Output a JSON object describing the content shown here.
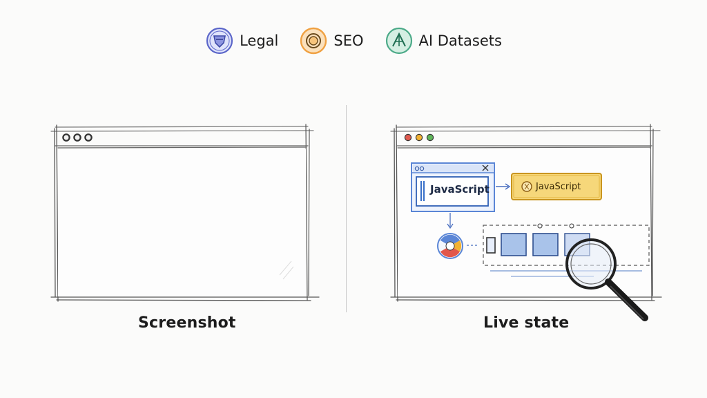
{
  "legend": {
    "items": [
      {
        "label": "Legal",
        "icon": "legal-shield-icon",
        "color": "#5b66c9"
      },
      {
        "label": "SEO",
        "icon": "seo-badge-icon",
        "color": "#f0a142"
      },
      {
        "label": "AI Datasets",
        "icon": "ai-dataset-icon",
        "color": "#4caa88"
      }
    ]
  },
  "left_panel": {
    "caption": "Screenshot"
  },
  "right_panel": {
    "caption": "Live state",
    "js_box_label": "JavaScript",
    "js_badge_label": "JavaScript",
    "traffic_light_colors": [
      "#e05a4f",
      "#f2b233",
      "#5fb55a"
    ],
    "accent_colors": {
      "blue": "#5b86d6",
      "yellow": "#f3d169"
    }
  }
}
